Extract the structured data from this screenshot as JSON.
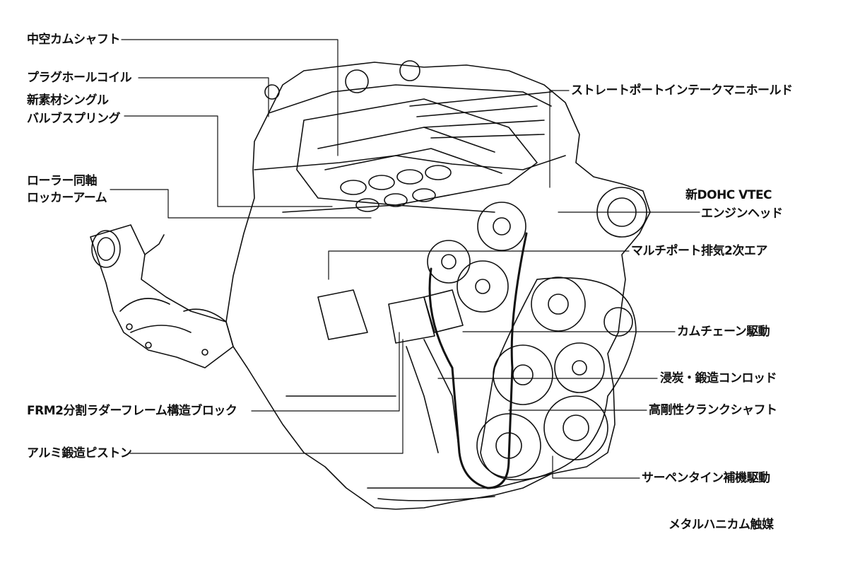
{
  "diagram": {
    "left_labels": [
      {
        "key": "hollow_camshaft",
        "text": "中空カムシャフト"
      },
      {
        "key": "plug_hole_coil",
        "text": "プラグホールコイル"
      },
      {
        "key": "new_material_line1",
        "text": "新素材シングル"
      },
      {
        "key": "new_material_line2",
        "text": "バルブスプリング"
      },
      {
        "key": "roller_line1",
        "text": "ローラー同軸"
      },
      {
        "key": "roller_line2",
        "text": "ロッカーアーム"
      },
      {
        "key": "frm_block",
        "text": "FRM2分割ラダーフレーム構造ブロック"
      },
      {
        "key": "aluminum_piston",
        "text": "アルミ鍛造ピストン"
      }
    ],
    "right_labels": [
      {
        "key": "straight_port",
        "text": "ストレートポートインテークマニホールド"
      },
      {
        "key": "dohc_line1",
        "text": "新DOHC VTEC"
      },
      {
        "key": "dohc_line2",
        "text": "エンジンヘッド"
      },
      {
        "key": "multiport",
        "text": "マルチポート排気2次エア"
      },
      {
        "key": "cam_chain",
        "text": "カムチェーン駆動"
      },
      {
        "key": "conrod",
        "text": "浸炭・鍛造コンロッド"
      },
      {
        "key": "crankshaft",
        "text": "高剛性クランクシャフト"
      },
      {
        "key": "serpentine",
        "text": "サーペンタイン補機駆動"
      },
      {
        "key": "catalyst",
        "text": "メタルハニカム触媒"
      }
    ]
  }
}
